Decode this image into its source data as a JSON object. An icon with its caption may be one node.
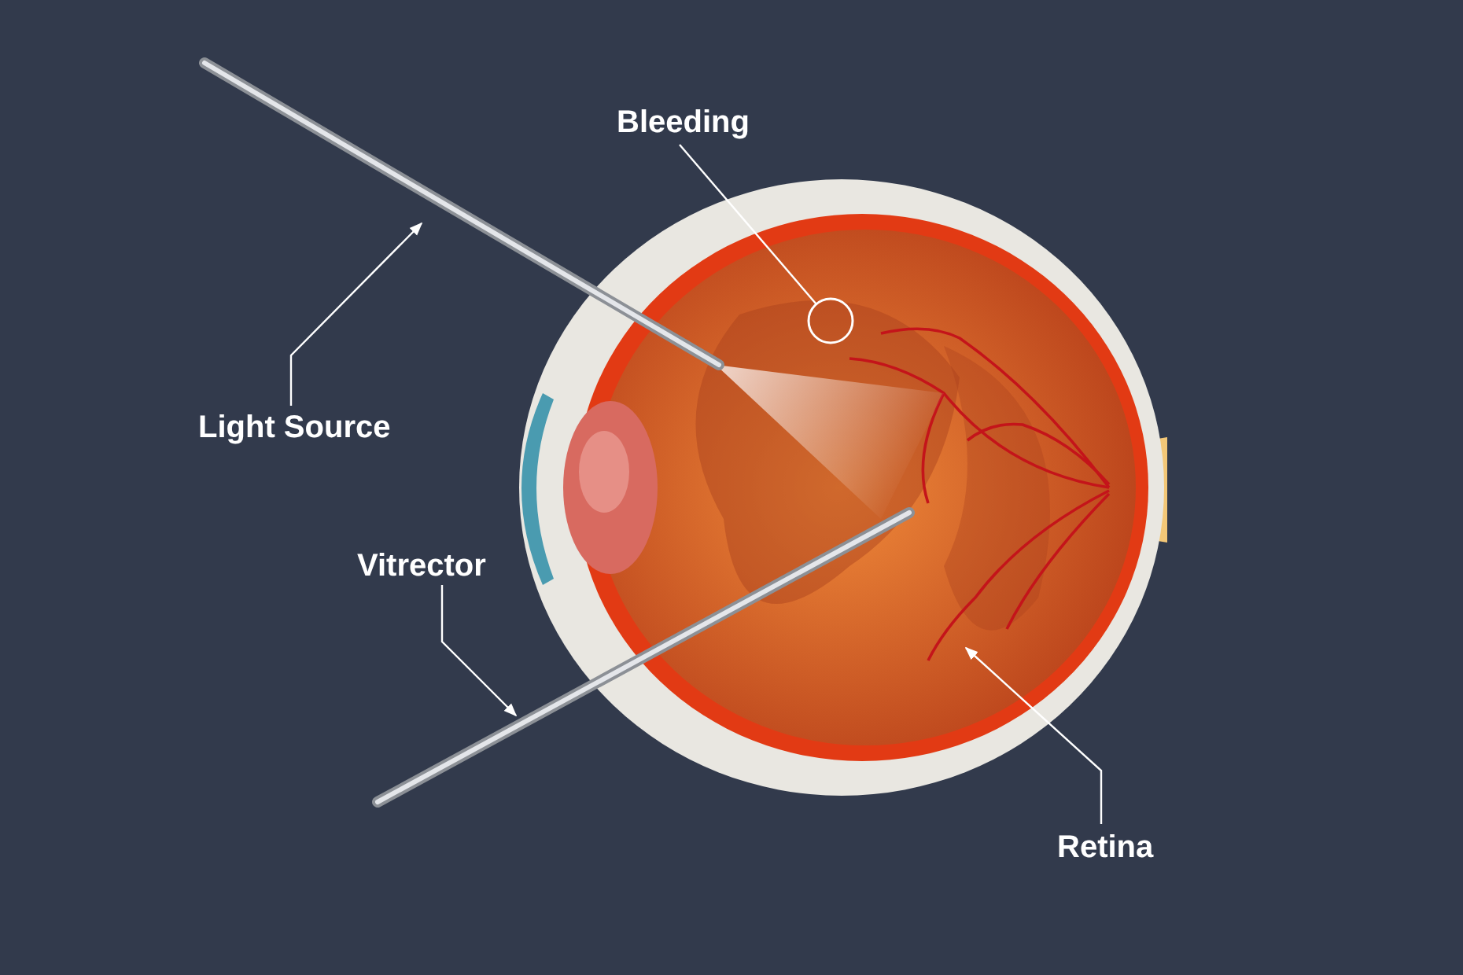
{
  "diagram": {
    "nodes": [
      {
        "text": [
          "Bleeding"
        ]
      },
      {
        "text": [],
        "shape": "circle"
      },
      {
        "text": [
          "Light Source"
        ]
      },
      {
        "text": [],
        "shape": "picture"
      },
      {
        "text": [
          "Vitrector"
        ]
      },
      {
        "text": [],
        "shape": "picture"
      },
      {
        "text": [
          "Retina"
        ]
      }
    ],
    "edges": [
      {
        "from": 0,
        "to": 1,
        "arrow": "none"
      },
      {
        "from": 2,
        "to": 3,
        "arrow": "to"
      },
      {
        "from": 4,
        "to": 5,
        "arrow": "to"
      },
      {
        "from": 6,
        "to": null,
        "arrow": "to"
      }
    ]
  }
}
